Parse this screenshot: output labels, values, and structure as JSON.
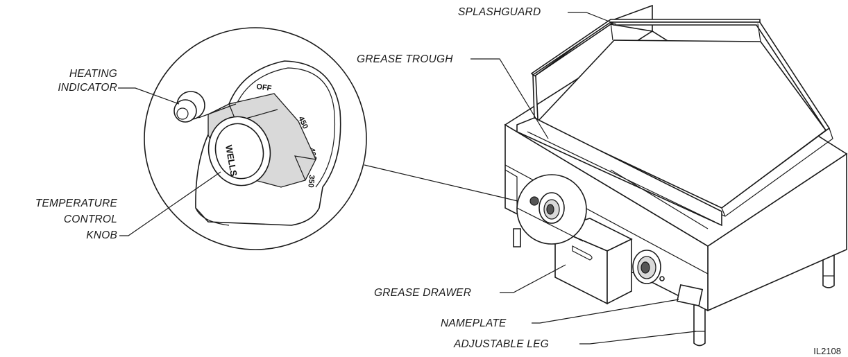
{
  "labels": {
    "splashguard": "SPLASHGUARD",
    "grease_trough": "GREASE TROUGH",
    "heating_indicator_1": "HEATING",
    "heating_indicator_2": "INDICATOR",
    "temp_knob_1": "TEMPERATURE",
    "temp_knob_2": "CONTROL",
    "temp_knob_3": "KNOB",
    "grease_drawer": "GREASE DRAWER",
    "nameplate": "NAMEPLATE",
    "adjustable_leg": "ADJUSTABLE LEG"
  },
  "dial": {
    "off": "OFF",
    "t450": "450",
    "t400": "400",
    "t350": "350",
    "brand": "WELLS"
  },
  "figure_code": "IL2108"
}
